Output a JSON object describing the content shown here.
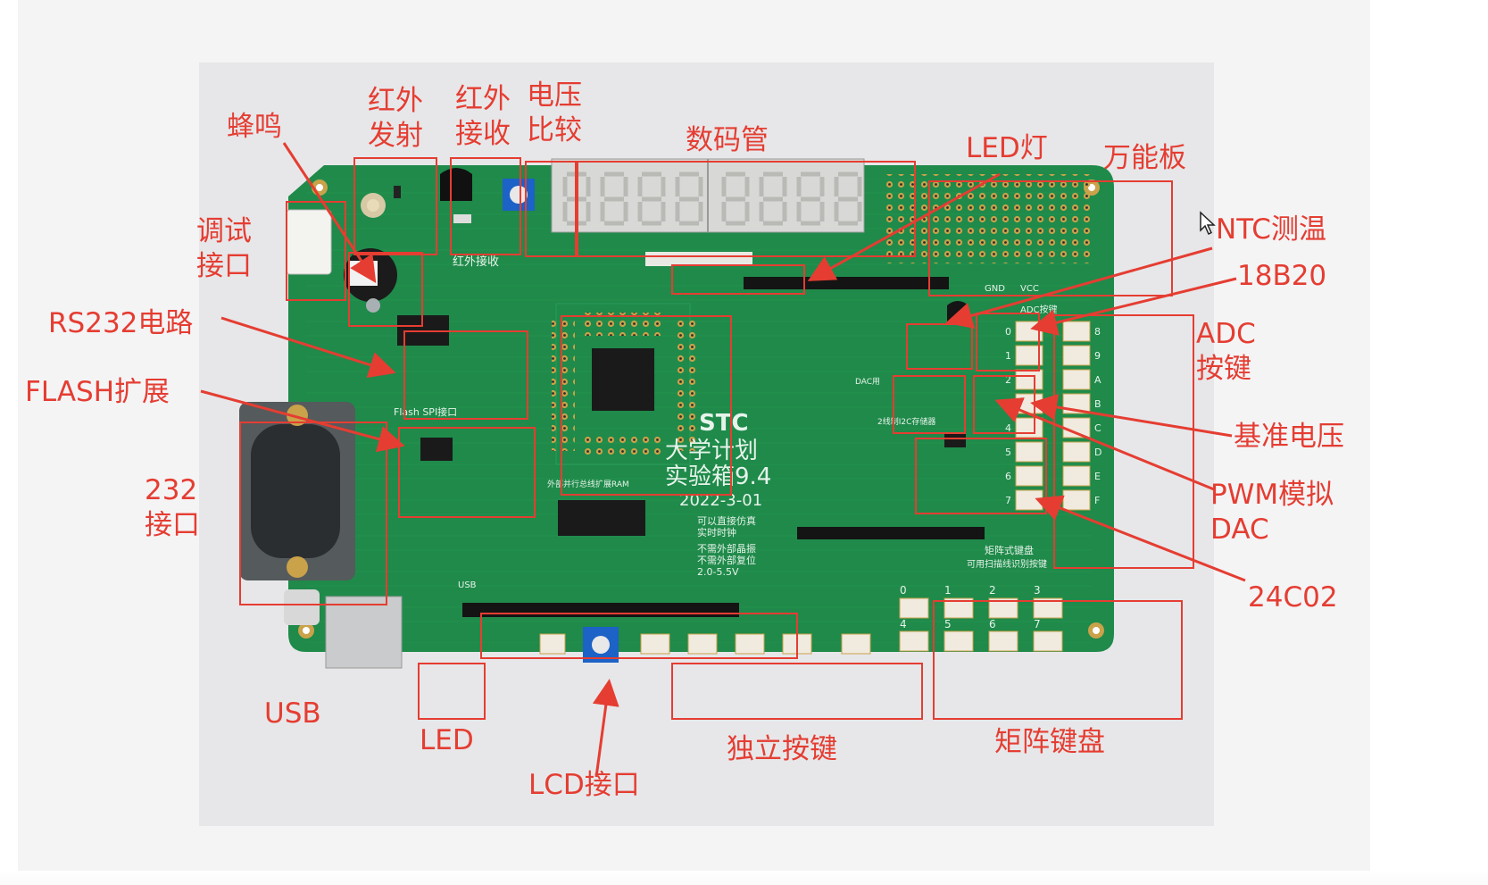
{
  "labels": {
    "buzzer": "蜂鸣",
    "ir_transmit": "红外\n发射",
    "ir_receive": "红外\n接收",
    "voltage_compare": "电压\n比较",
    "seven_segment": "数码管",
    "led_light": "LED灯",
    "perfboard": "万能板",
    "debug_port": "调试\n接口",
    "ntc": "NTC测温",
    "ds18b20": "18B20",
    "rs232": "RS232电路",
    "flash": "FLASH扩展",
    "adc_keys": "ADC\n按键",
    "vref": "基准电压",
    "port_232": "232\n接口",
    "pwm_dac": "PWM模拟\nDAC",
    "eeprom": "24C02",
    "usb": "USB",
    "led": "LED",
    "lcd_port": "LCD接口",
    "independent_keys": "独立按键",
    "matrix_keypad": "矩阵键盘"
  },
  "board_text": {
    "brand": "STC",
    "line1": "大学计划",
    "line2": "实验箱9.4",
    "date": "2022-3-01",
    "note1": "可以直接仿真",
    "note2": "实时时钟",
    "note3": "不需外部晶振",
    "note4": "不需外部复位",
    "voltage": "2.0-5.5V",
    "silk_ir_receive": "红外接收",
    "silk_flash": "Flash SPI接口",
    "silk_adc": "ADC按键",
    "silk_matrix": "矩阵式键盘",
    "silk_matrix2": "可用扫描线识别按键",
    "silk_bus": "外部并行总线扩展RAM",
    "silk_usb": "USB",
    "silk_gnd": "GND",
    "silk_vcc": "VCC",
    "silk_dac": "DAC用",
    "silk_i2c": "2线制I2C存储器",
    "matrix_digits": [
      "0",
      "1",
      "2",
      "3",
      "4",
      "5",
      "6",
      "7"
    ],
    "adc_hex": [
      "0",
      "8",
      "1",
      "9",
      "2",
      "A",
      "3",
      "B",
      "4",
      "C",
      "5",
      "D",
      "6",
      "E",
      "7",
      "F"
    ]
  },
  "colors": {
    "annotation": "#e53d32",
    "pcb": "#1f8a4a",
    "pcb_dark": "#156b38",
    "gold": "#c9a24a",
    "silkscreen": "#e6f3ea"
  }
}
